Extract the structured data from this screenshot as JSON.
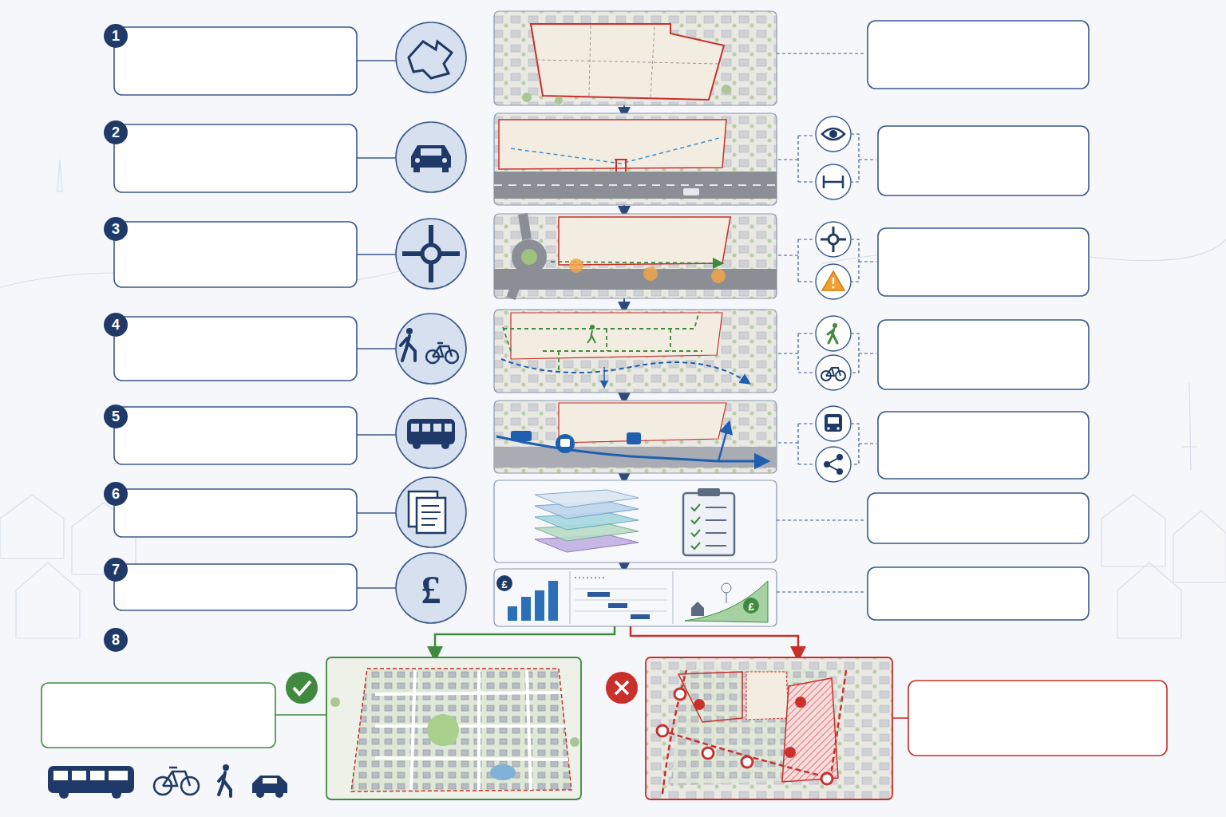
{
  "diagram": {
    "labels": [
      "1",
      "2",
      "3",
      "4",
      "5",
      "6",
      "7",
      "8",
      "£",
      "£",
      "£"
    ]
  }
}
